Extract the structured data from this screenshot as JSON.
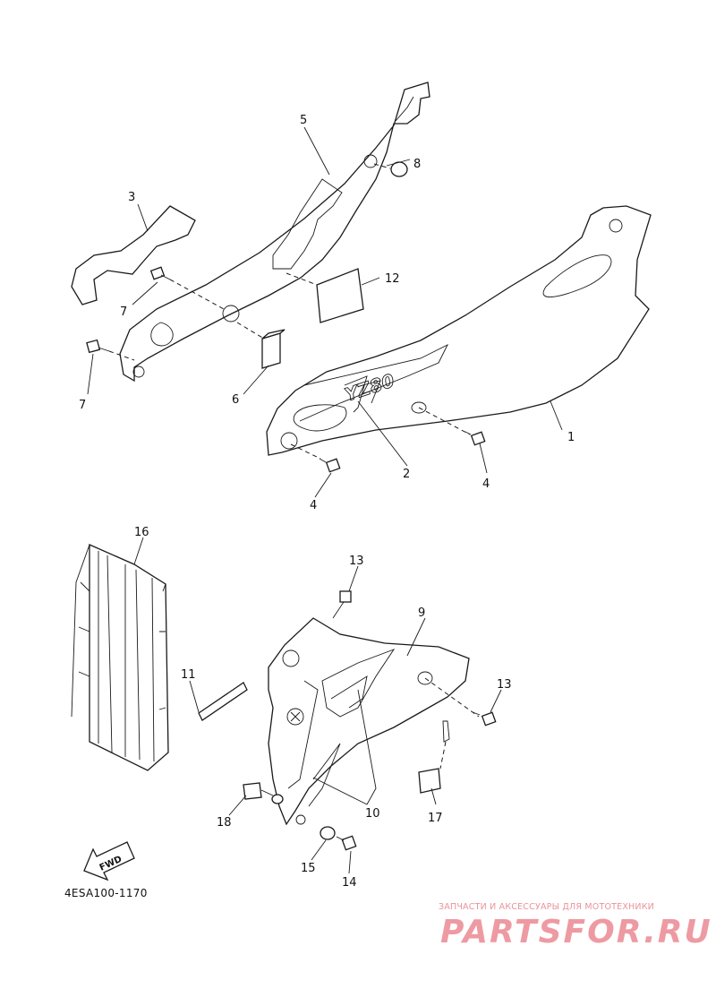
{
  "diagram": {
    "callouts": {
      "c1": "1",
      "c2": "2",
      "c3": "3",
      "c4a": "4",
      "c4b": "4",
      "c5": "5",
      "c6": "6",
      "c7a": "7",
      "c7b": "7",
      "c8": "8",
      "c9": "9",
      "c10": "10",
      "c11": "11",
      "c12": "12",
      "c13a": "13",
      "c13b": "13",
      "c14": "14",
      "c15": "15",
      "c16": "16",
      "c17": "17",
      "c18": "18"
    },
    "fwd_label": "FWD",
    "side_cover_logo": "YZ80",
    "drawing_code": "4ESA100-1170"
  },
  "watermark": {
    "tagline": "ЗАПЧАСТИ И АКСЕССУАРЫ ДЛЯ МОТОТЕХНИКИ",
    "brand": "PARTSFOR.RU",
    "color": "#ee9aa2"
  }
}
